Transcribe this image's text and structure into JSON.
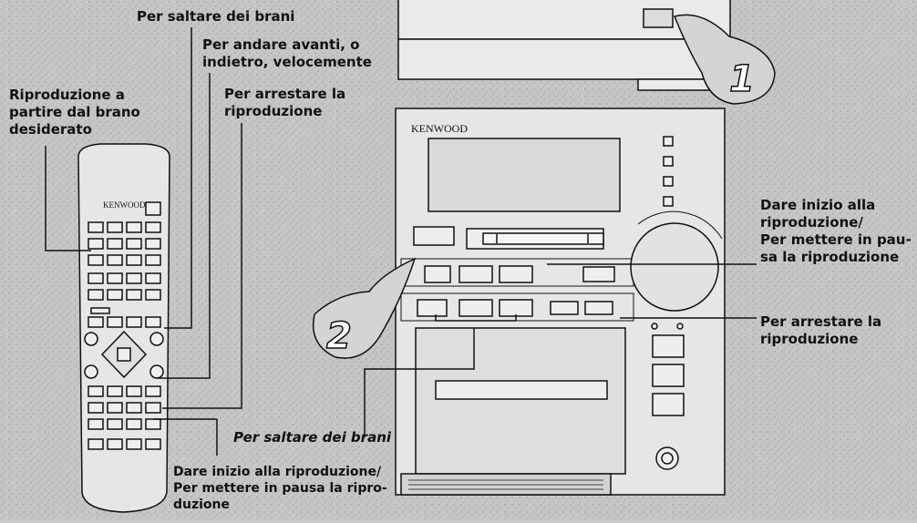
{
  "brand": "KENWOOD",
  "step_numbers": [
    "1",
    "2"
  ],
  "labels": {
    "top_skip": "Per saltare dei brani",
    "fast_forward_rewind": "Per andare avanti, o\nindietro, velocemente",
    "stop_remote": "Per arrestare la\nriproduzione",
    "play_from_track": "Riproduzione a\npartire dal brano\ndesiderato",
    "play_pause_unit": "Dare inizio alla\nriproduzione/\nPer mettere in pau-\nsa la riproduzione",
    "stop_unit": "Per arrestare la\nriproduzione",
    "skip_tracks_bottom": "Per saltare dei brani",
    "play_pause_bottom": "Dare inizio alla riproduzione/\nPer mettere in pausa la ripro-\nduzione"
  },
  "colors": {
    "background": "#c9c9c9",
    "device_fill": "#e6e6e6",
    "line": "#111111"
  }
}
